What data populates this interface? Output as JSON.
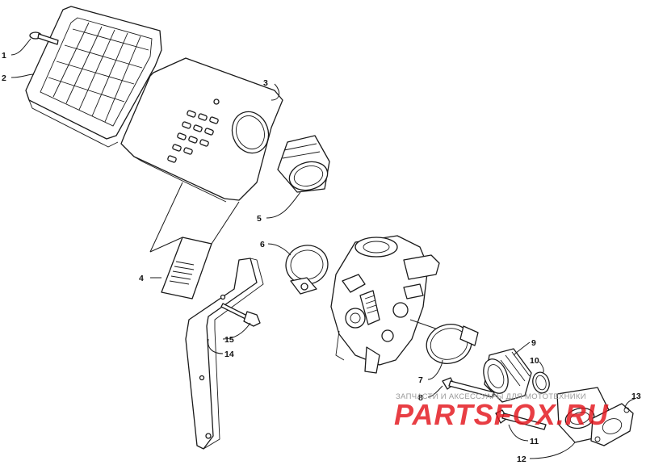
{
  "diagram": {
    "callouts": {
      "c1": "1",
      "c2": "2",
      "c3": "3",
      "c4": "4",
      "c5": "5",
      "c6": "6",
      "c7": "7",
      "c8": "8",
      "c9": "9",
      "c10": "10",
      "c11": "11",
      "c12": "12",
      "c13": "13",
      "c14": "14",
      "c15": "15"
    }
  },
  "watermark": {
    "text": "ЗАПЧАСТИ И АКСЕССУАРЫ ДЛЯ МОТОТЕХНИКИ",
    "logo": "PARTSFOX.RU",
    "logo_color": "#e4141c"
  }
}
